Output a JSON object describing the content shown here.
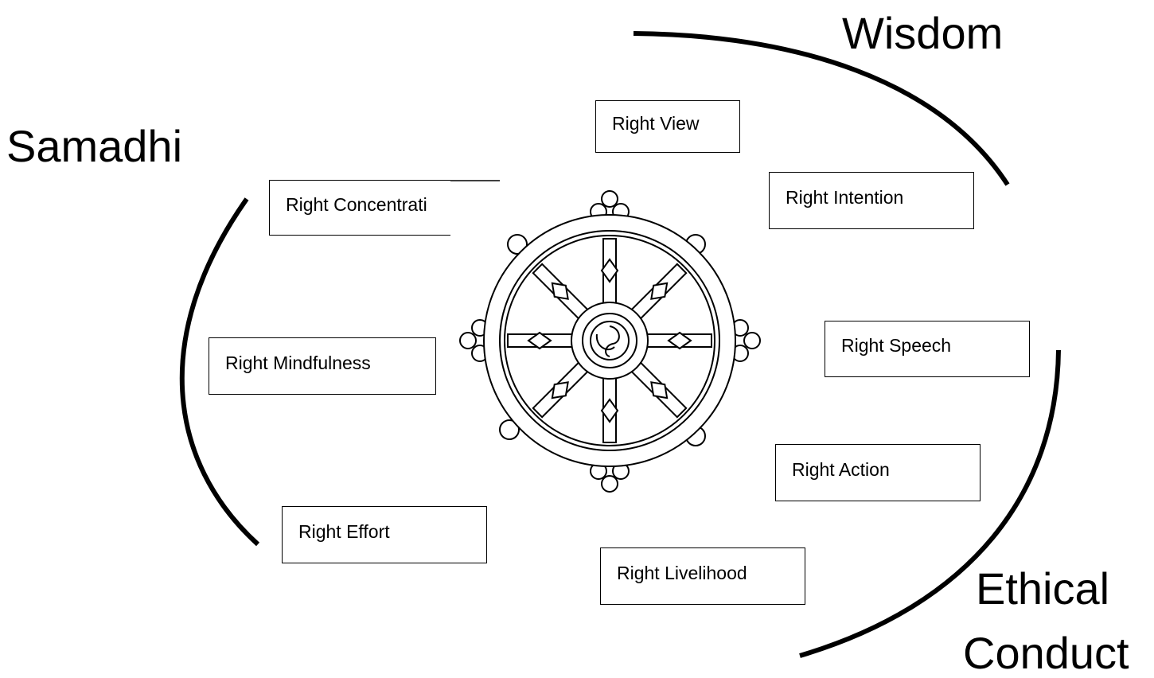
{
  "groups": {
    "wisdom": "Wisdom",
    "samadhi": "Samadhi",
    "ethical_line1": "Ethical",
    "ethical_line2": "Conduct"
  },
  "path": {
    "right_view": "Right View",
    "right_intention": "Right Intention",
    "right_speech": "Right Speech",
    "right_action": "Right Action",
    "right_livelihood": "Right Livelihood",
    "right_effort": "Right Effort",
    "right_mindfulness": "Right Mindfulness",
    "right_concentration": "Right Concentrati"
  },
  "center_icon": "dharma-wheel-icon"
}
